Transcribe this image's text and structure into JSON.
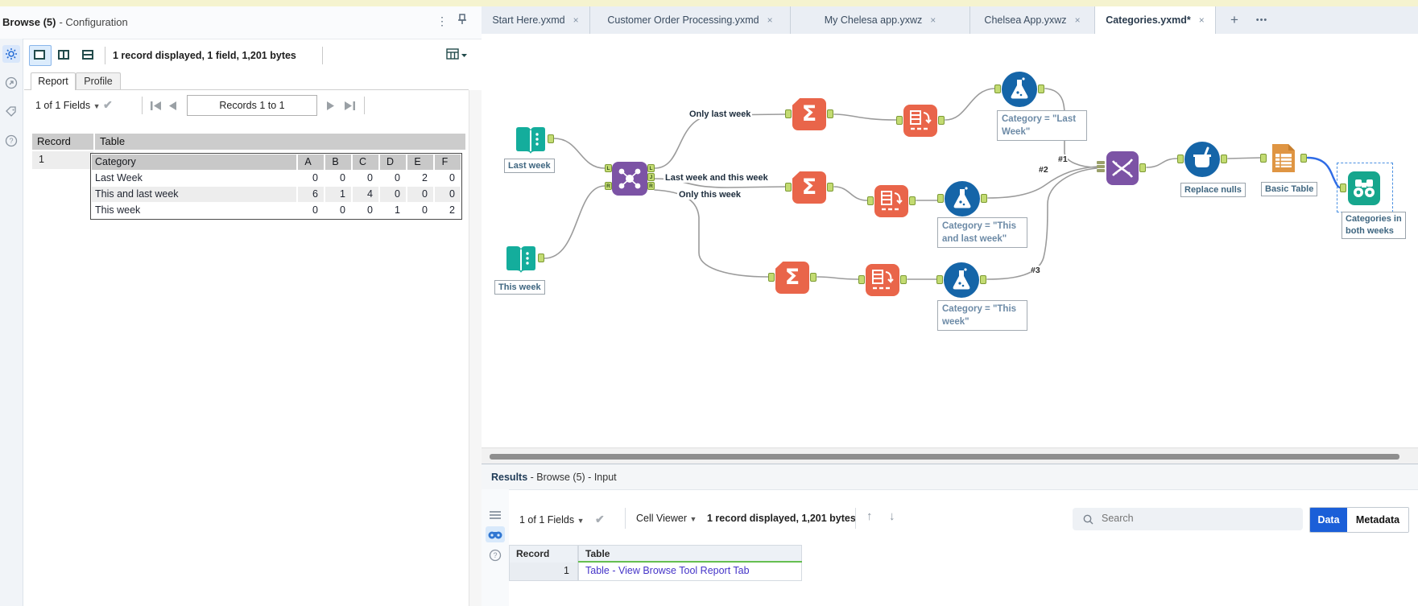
{
  "config_panel": {
    "title_bold": "Browse (5)",
    "title_rest": "- Configuration",
    "summary": "1 record displayed, 1 field, 1,201 bytes",
    "tabs": {
      "report": "Report",
      "profile": "Profile"
    },
    "fields_label": "1 of 1 Fields",
    "records_label": "Records 1 to 1",
    "grid_columns": {
      "record": "Record",
      "table": "Table"
    },
    "record_id": "1",
    "report_table": {
      "header": [
        "Category",
        "A",
        "B",
        "C",
        "D",
        "E",
        "F"
      ],
      "rows": [
        {
          "category": "Last Week",
          "values": [
            "0",
            "0",
            "0",
            "0",
            "2",
            "0"
          ]
        },
        {
          "category": "This and last week",
          "values": [
            "6",
            "1",
            "4",
            "0",
            "0",
            "0"
          ]
        },
        {
          "category": "This week",
          "values": [
            "0",
            "0",
            "0",
            "1",
            "0",
            "2"
          ]
        }
      ]
    }
  },
  "document_tabs": {
    "close_glyph": "×",
    "plus_label": "+",
    "more_label": "•••",
    "tabs": [
      {
        "label": "Start Here.yxmd"
      },
      {
        "label": "Customer Order Processing.yxmd"
      },
      {
        "label": "My Chelesa app.yxwz"
      },
      {
        "label": "Chelsea App.yxwz"
      },
      {
        "label": "Categories.yxmd*"
      }
    ]
  },
  "canvas": {
    "sigma": "Σ",
    "inputs": {
      "last_week": "Last week",
      "this_week": "This week"
    },
    "connections": {
      "only_last_week": "Only last week",
      "both_weeks": "Last week and this week",
      "only_this_week": "Only this week",
      "u1": "#1",
      "u2": "#2",
      "u3": "#3"
    },
    "annotations": {
      "last_week": [
        "Category = \"Last",
        "Week\""
      ],
      "this_and_last": [
        "Category = \"This",
        "and last week\""
      ],
      "this_week": [
        "Category = \"This",
        "week\""
      ]
    },
    "labels": {
      "replace_nulls": "Replace nulls",
      "basic_table": "Basic Table",
      "browse": [
        "Categories in",
        "both weeks"
      ]
    },
    "join_ports": {
      "left": [
        "L",
        "R"
      ],
      "right": [
        "L",
        "J",
        "R"
      ]
    }
  },
  "results_panel": {
    "title_bold": "Results",
    "title_rest": "- Browse (5) - Input",
    "fields_label": "1 of 1 Fields",
    "cell_viewer_label": "Cell Viewer",
    "summary": "1 record displayed, 1,201 bytes",
    "search_placeholder": "Search",
    "data_button": "Data",
    "metadata_button": "Metadata",
    "table": {
      "columns": {
        "record": "Record",
        "table": "Table"
      },
      "row": {
        "record": "1",
        "table": "Table - View Browse Tool Report Tab"
      }
    }
  },
  "colors": {
    "accent_blue": "#1b5fd8",
    "tool_teal": "#14ad9c",
    "tool_orange": "#e9654a",
    "tool_purple": "#7c53a5",
    "tool_blue": "#1565a8",
    "table_orange": "#df9543",
    "anchor_green": "#c3db72",
    "wire_gray": "#9b9b9b",
    "wire_selected": "#2e6be6",
    "link_purple": "#4433c8",
    "green_underline": "#66bf50",
    "strip_yellow": "#f5f3cf"
  }
}
